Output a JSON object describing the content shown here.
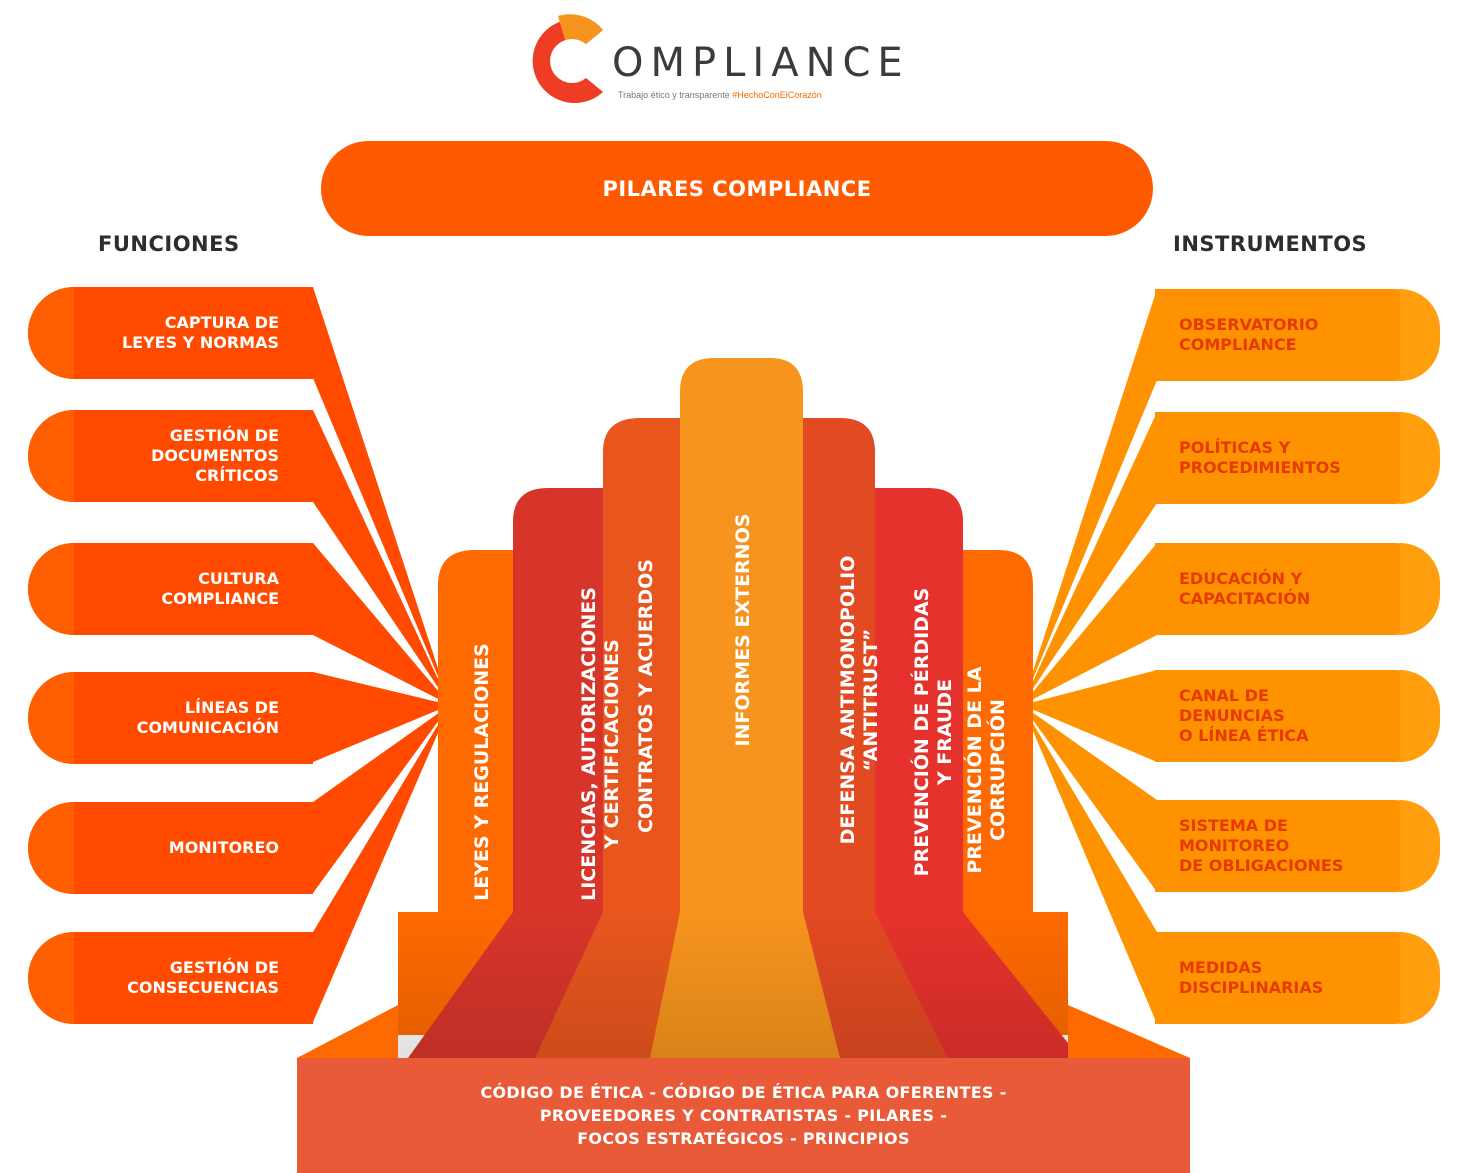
{
  "logo": {
    "wordmark": "OMPLIANCE",
    "tagline_prefix": "Trabajo ético y transparente",
    "tagline_hashtag": "#HechoConElCorazón"
  },
  "header": {
    "title": "PILARES COMPLIANCE"
  },
  "funciones": {
    "title": "FUNCIONES",
    "items": [
      "CAPTURA DE\nLEYES Y NORMAS",
      "GESTIÓN DE\nDOCUMENTOS\nCRÍTICOS",
      "CULTURA\nCOMPLIANCE",
      "LÍNEAS DE\nCOMUNICACIÓN",
      "MONITOREO",
      "GESTIÓN DE\nCONSECUENCIAS"
    ]
  },
  "instrumentos": {
    "title": "INSTRUMENTOS",
    "items": [
      "OBSERVATORIO\nCOMPLIANCE",
      "POLÍTICAS Y\nPROCEDIMIENTOS",
      "EDUCACIÓN Y\nCAPACITACIÓN",
      "CANAL DE\nDENUNCIAS\nO LÍNEA ÉTICA",
      "SISTEMA DE\nMONITOREO\nDE OBLIGACIONES",
      "MEDIDAS\nDISCIPLINARIAS"
    ]
  },
  "pilares": [
    "LEYES Y REGULACIONES",
    "LICENCIAS, AUTORIZACIONES\nY CERTIFICACIONES",
    "CONTRATOS Y ACUERDOS",
    "INFORMES EXTERNOS",
    "DEFENSA ANTIMONOPOLIO\n“ANTITRUST”",
    "PREVENCIÓN DE PÉRDIDAS\nY FRAUDE",
    "PREVENCIÓN DE LA\nCORRUPCIÓN"
  ],
  "base": {
    "text": "CÓDIGO DE ÉTICA - CÓDIGO DE ÉTICA PARA OFERENTES -\nPROVEEDORES Y CONTRATISTAS - PILARES -\nFOCOS ESTRATÉGICOS - PRINCIPIOS"
  },
  "colors": {
    "funciones": "#ff4a00",
    "instrumentos": "#ff9200",
    "header": "#ff5a00",
    "base": "#e85a38",
    "pillars": [
      "#ff6a00",
      "#d8352a",
      "#e8561e",
      "#f7941d",
      "#e24a22",
      "#e6322c",
      "#ff6a00"
    ]
  }
}
